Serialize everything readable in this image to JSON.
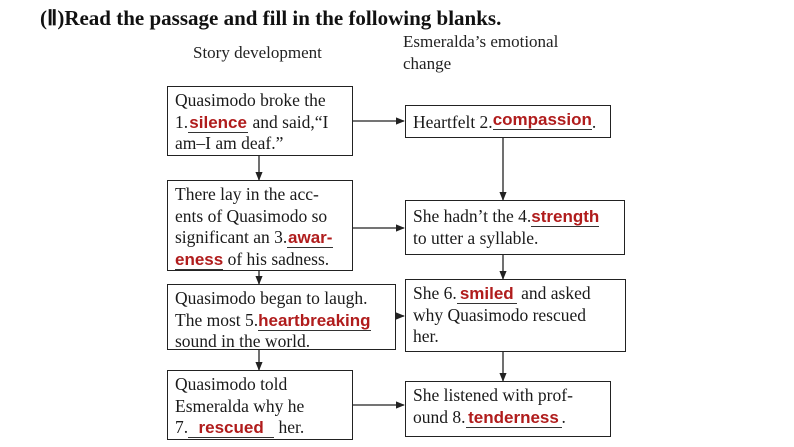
{
  "heading": "(Ⅱ)Read the passage and fill in the following blanks.",
  "columns": {
    "left": "Story development",
    "right_line1": "Esmeralda’s emotional",
    "right_line2": "change"
  },
  "left_boxes": [
    {
      "pre1": "Quasimodo broke the",
      "num": "1.",
      "answer": "silence",
      "post": " and said,“I",
      "line3": "am–I am deaf.”"
    },
    {
      "line1": "There lay in the acc-",
      "line2": "ents of Quasimodo so",
      "pre3": "significant an 3.",
      "answer_a": "awar-",
      "answer_b": "eness",
      "post4": " of his sadness."
    },
    {
      "line1": "Quasimodo began to laugh.",
      "pre2": "The most 5.",
      "answer": "heartbreaking",
      "line3": "sound in the world."
    },
    {
      "line1": "Quasimodo told",
      "line2": "Esmeralda why he",
      "pre3": "7.",
      "answer": "rescued",
      "post3": " her."
    }
  ],
  "right_boxes": [
    {
      "pre": "Heartfelt 2.",
      "answer": "compassion",
      "post": "."
    },
    {
      "pre": "She hadn’t the 4.",
      "answer": "strength",
      "line2": "to utter a syllable."
    },
    {
      "pre": "She 6.",
      "answer": "smiled",
      "post": " and asked",
      "line2": "why Quasimodo rescued",
      "line3": "her."
    },
    {
      "line1": "She listened with prof-",
      "pre2": "ound 8.",
      "answer": "tenderness",
      "post2": "."
    }
  ],
  "colors": {
    "answer": "#b01c1c",
    "border": "#222222"
  }
}
